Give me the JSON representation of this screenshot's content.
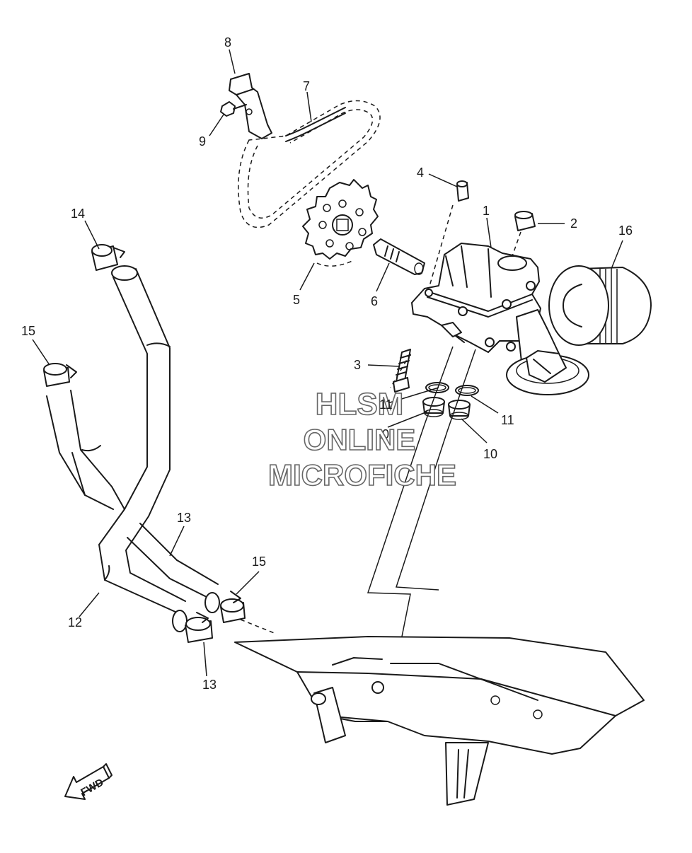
{
  "callouts": [
    {
      "id": "p1",
      "label": "1"
    },
    {
      "id": "p2",
      "label": "2"
    },
    {
      "id": "p3",
      "label": "3"
    },
    {
      "id": "p4",
      "label": "4"
    },
    {
      "id": "p5",
      "label": "5"
    },
    {
      "id": "p6",
      "label": "6"
    },
    {
      "id": "p7",
      "label": "7"
    },
    {
      "id": "p8",
      "label": "8"
    },
    {
      "id": "p9",
      "label": "9"
    },
    {
      "id": "p10a",
      "label": "10"
    },
    {
      "id": "p10b",
      "label": "10"
    },
    {
      "id": "p11a",
      "label": "11"
    },
    {
      "id": "p11b",
      "label": "11"
    },
    {
      "id": "p12",
      "label": "12"
    },
    {
      "id": "p13a",
      "label": "13"
    },
    {
      "id": "p13b",
      "label": "13"
    },
    {
      "id": "p14",
      "label": "14"
    },
    {
      "id": "p15a",
      "label": "15"
    },
    {
      "id": "p15b",
      "label": "15"
    },
    {
      "id": "p16",
      "label": "16"
    }
  ],
  "watermark": {
    "line1": "HLSM",
    "line2": "ONLINE",
    "line3": "MICROFICHE"
  },
  "direction_arrow": {
    "label": "FWD"
  }
}
